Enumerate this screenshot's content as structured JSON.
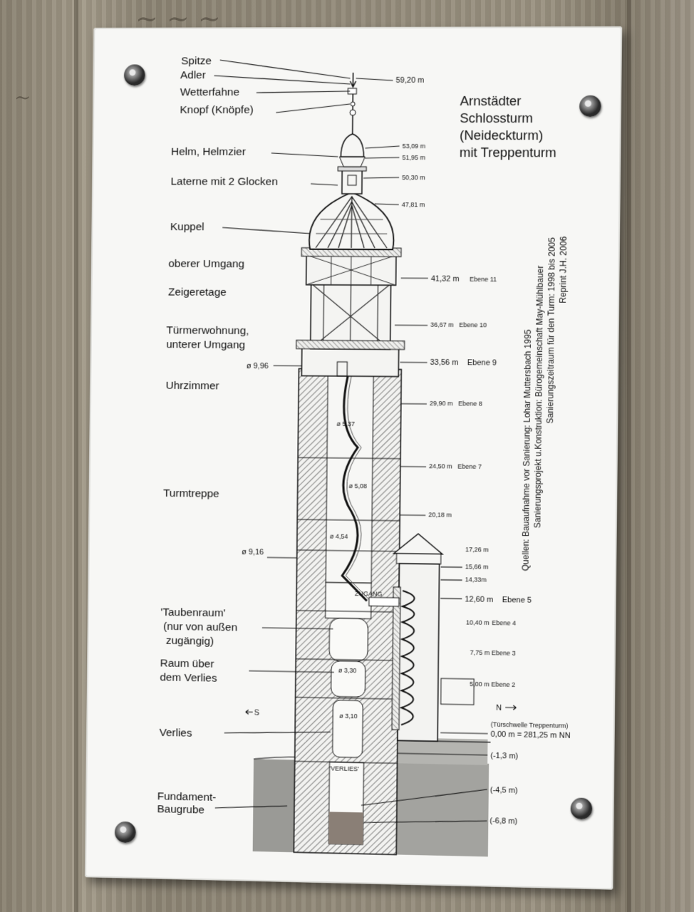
{
  "title_lines": [
    "Arnstädter",
    "Schlossturm",
    "(Neideckturm)",
    "mit Treppenturm"
  ],
  "labels": {
    "spitze": "Spitze",
    "adler": "Adler",
    "wetterfahne": "Wetterfahne",
    "knopf": "Knopf (Knöpfe)",
    "helm": "Helm, Helmzier",
    "laterne": "Laterne mit 2 Glocken",
    "kuppel": "Kuppel",
    "oberer_umgang": "oberer Umgang",
    "zeigeretage": "Zeigeretage",
    "tuermerwohnung_1": "Türmerwohnung,",
    "tuermerwohnung_2": "unterer Umgang",
    "diam_996": "ø  9,96",
    "uhrzimmer": "Uhrzimmer",
    "turmtreppe": "Turmtreppe",
    "diam_916": "ø  9,16",
    "taubenraum_1": "'Taubenraum'",
    "taubenraum_2": "(nur von außen",
    "taubenraum_3": "zugängig)",
    "raum_1": "Raum über",
    "raum_2": "dem Verlies",
    "verlies": "Verlies",
    "fundament_1": "Fundament-",
    "fundament_2": "Baugrube",
    "south": "S",
    "north": "N",
    "zugang": "ZUGANG",
    "verlies_inner": "'VERLIES'"
  },
  "inner_diameters": {
    "d537": "ø 5,37",
    "d508": "ø 5,08",
    "d454": "ø 4,54",
    "d330": "ø 3,30",
    "d310": "ø 3,10"
  },
  "heights": {
    "h5920": "59,20 m",
    "h5309": "53,09 m",
    "h5195": "51,95 m",
    "h5030": "50,30 m",
    "h4781": "47,81 m",
    "h4132": "41,32 m",
    "e11": "Ebene 11",
    "h3667": "36,67 m",
    "e10": "Ebene 10",
    "h3356": "33,56 m",
    "e9": "Ebene 9",
    "h2990": "29,90 m",
    "e8": "Ebene 8",
    "h2450": "24,50 m",
    "e7": "Ebene 7",
    "h2018": "20,18 m",
    "h1726": "17,26 m",
    "h1566": "15,66 m",
    "h1433": "14,33m",
    "h1260": "12,60 m",
    "e5": "Ebene 5",
    "h1040": "10,40 m",
    "e4": "Ebene 4",
    "h775": "7,75 m",
    "e3": "Ebene 3",
    "h500": "5,00 m",
    "e2": "Ebene 2",
    "tuerschwelle": "(Türschwelle Treppenturm)",
    "h000": "0,00 m  = 281,25 m NN",
    "d13": "(-1,3 m)",
    "d45": "(-4,5 m)",
    "d68": "(-6,8 m)"
  },
  "sources": [
    "Quellen: Bauaufnahme vor Sanierung: Lohar Muttersbach 1995",
    "Sanierungsprojekt u.Konstruktion: Bürogemeinschaft May-Mühlbauer",
    "Sanierungszeitraum für den Turm: 1998 bis 2005",
    "Reprint   J.H. 2006"
  ],
  "colors": {
    "sign": "#f7f7f5",
    "ink": "#111111",
    "ground": "#9a9a96"
  }
}
